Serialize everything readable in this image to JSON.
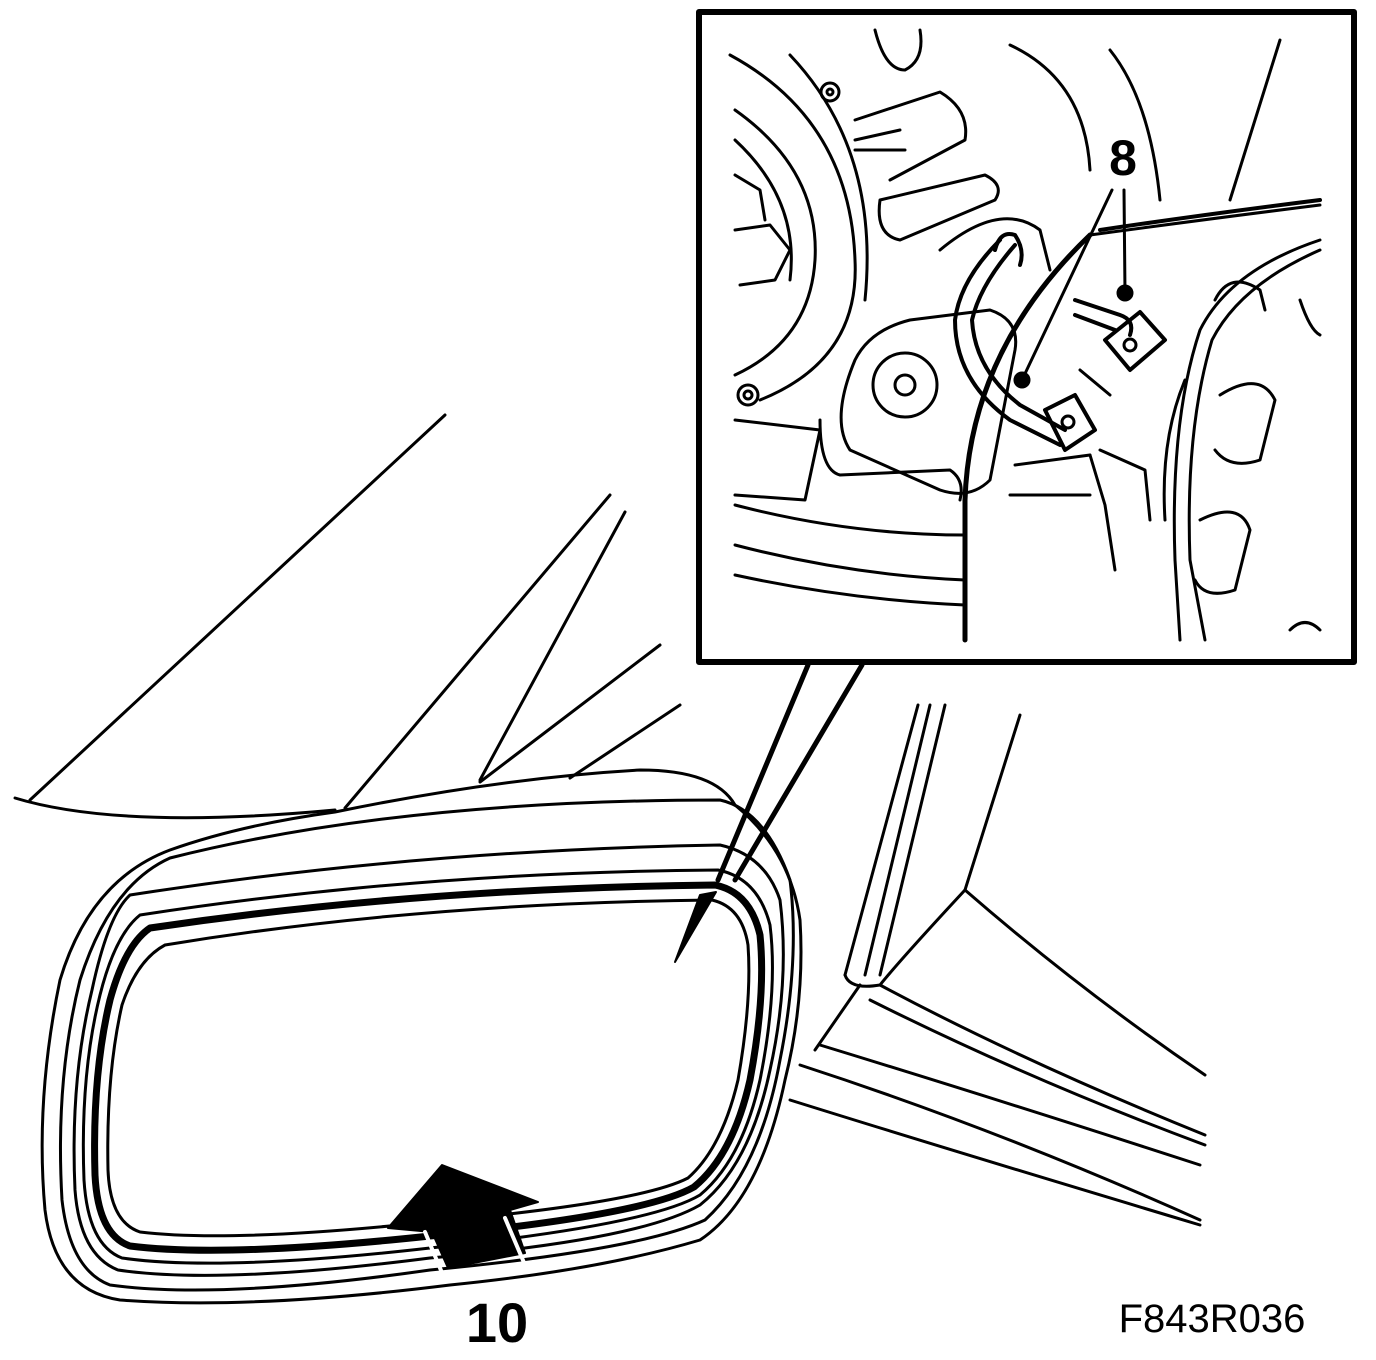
{
  "figure": {
    "figure_code": "F843R036",
    "callouts": [
      {
        "id": "mirror-glass-arrow",
        "label": "10"
      },
      {
        "id": "connector-pointer",
        "label": "8"
      }
    ]
  },
  "colors": {
    "ink": "#000000",
    "paper": "#ffffff"
  },
  "icons": {
    "mirror-arrow": "push-up-arrow-icon"
  }
}
